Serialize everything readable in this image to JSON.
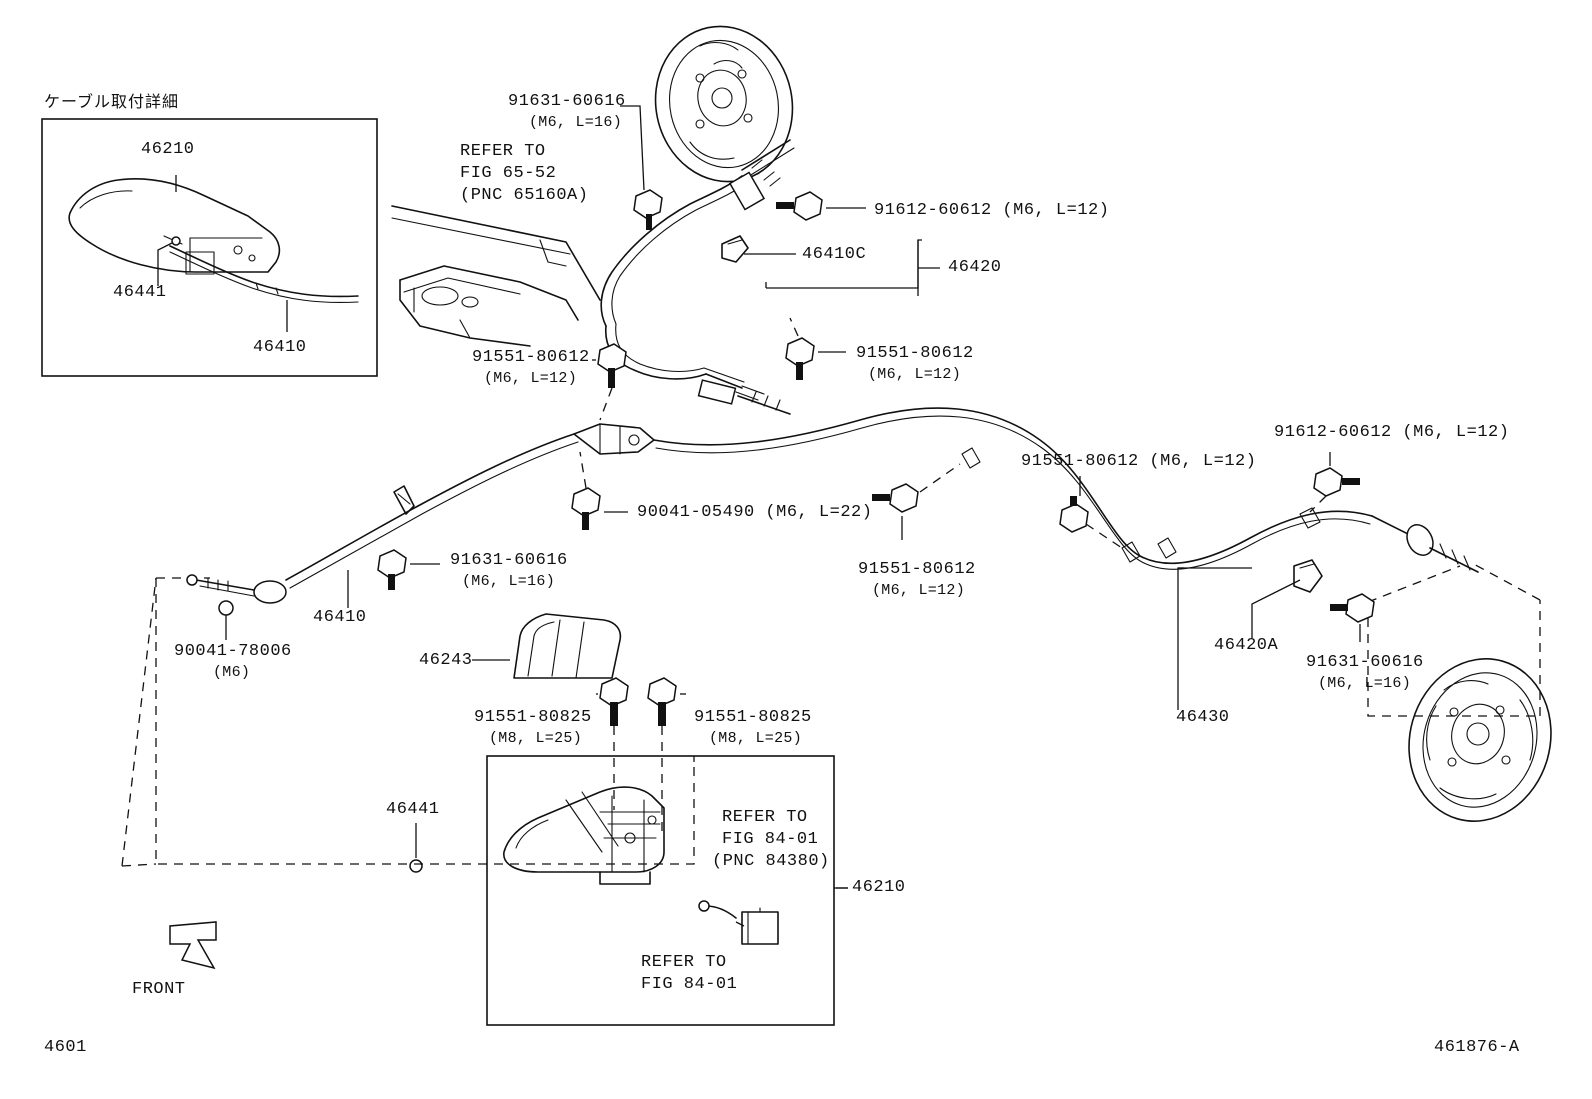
{
  "page": {
    "figure_code_bottom_left": "4601",
    "figure_code_bottom_right": "461876-A",
    "front_arrow_label": "FRONT"
  },
  "inset_top_left": {
    "title_jp": "ケーブル取付詳細",
    "labels": [
      {
        "id": "inset-46210",
        "text": "46210"
      },
      {
        "id": "inset-46441",
        "text": "46441"
      },
      {
        "id": "inset-46410",
        "text": "46410"
      }
    ]
  },
  "inset_bottom": {
    "refer_lines": [
      "REFER TO",
      "FIG 84-01",
      "(PNC 84380)"
    ],
    "refer_lines_2": [
      "REFER TO",
      "FIG 84-01"
    ],
    "label_46210": "46210",
    "label_46441": "46441"
  },
  "refer_block_top": {
    "line1": "REFER TO",
    "line2": "FIG 65-52",
    "line3": "(PNC 65160A)"
  },
  "callouts": [
    {
      "id": "callout-91631-60616-top",
      "part": "91631-60616",
      "spec": "(M6, L=16)"
    },
    {
      "id": "callout-91612-60612-top",
      "part": "91612-60612 (M6, L=12)",
      "spec": ""
    },
    {
      "id": "callout-46410C",
      "part": "46410C",
      "spec": ""
    },
    {
      "id": "callout-46420",
      "part": "46420",
      "spec": ""
    },
    {
      "id": "callout-91551-80612-left",
      "part": "91551-80612",
      "spec": "(M6, L=12)"
    },
    {
      "id": "callout-91551-80612-mid",
      "part": "91551-80612",
      "spec": "(M6, L=12)"
    },
    {
      "id": "callout-91551-80612-right",
      "part": "91551-80612 (M6, L=12)",
      "spec": ""
    },
    {
      "id": "callout-91612-60612-right",
      "part": "91612-60612 (M6, L=12)",
      "spec": ""
    },
    {
      "id": "callout-90041-05490",
      "part": "90041-05490 (M6, L=22)",
      "spec": ""
    },
    {
      "id": "callout-91631-60616-left",
      "part": "91631-60616",
      "spec": "(M6, L=16)"
    },
    {
      "id": "callout-46410-left",
      "part": "46410",
      "spec": ""
    },
    {
      "id": "callout-90041-78006",
      "part": "90041-78006",
      "spec": "(M6)"
    },
    {
      "id": "callout-91551-80612-lower",
      "part": "91551-80612",
      "spec": "(M6, L=12)"
    },
    {
      "id": "callout-46243",
      "part": "46243",
      "spec": ""
    },
    {
      "id": "callout-91551-80825-left",
      "part": "91551-80825",
      "spec": "(M8, L=25)"
    },
    {
      "id": "callout-91551-80825-right",
      "part": "91551-80825",
      "spec": "(M8, L=25)"
    },
    {
      "id": "callout-46420A",
      "part": "46420A",
      "spec": ""
    },
    {
      "id": "callout-46430",
      "part": "46430",
      "spec": ""
    },
    {
      "id": "callout-91631-60616-right",
      "part": "91631-60616",
      "spec": "(M6, L=16)"
    }
  ]
}
